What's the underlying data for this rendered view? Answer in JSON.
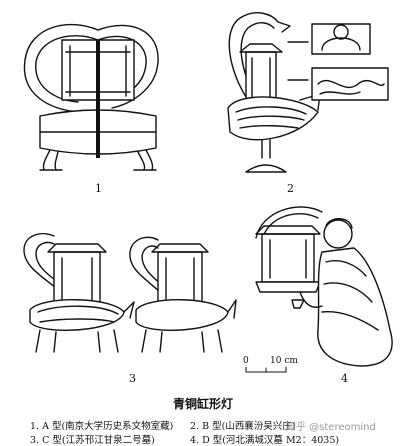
{
  "figure_numbers": [
    "1",
    "2",
    "3",
    "4"
  ],
  "title": "青铜缸形灯",
  "captions": [
    "1. A 型(南京大学历史系文物室藏)",
    "2. B 型(山西襄汾吴兴庄)",
    "3. C 型(江苏邗江甘泉二号墓)",
    "4. D 型(河北满城汉墓 M2：4035)"
  ],
  "scale_bar": {
    "zero": "0",
    "ten": "10 cm"
  },
  "watermark": "知乎 @stereomind"
}
